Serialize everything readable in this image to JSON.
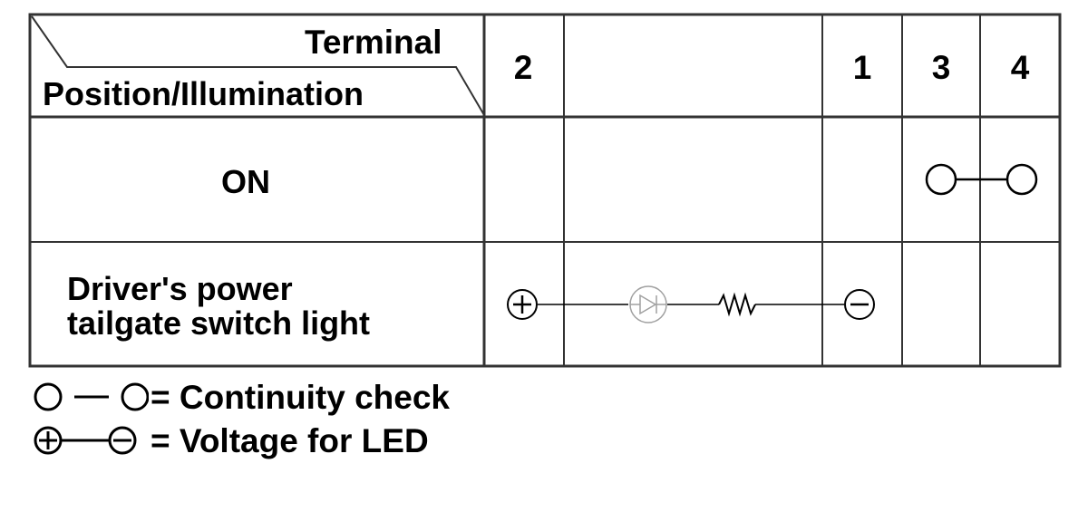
{
  "header": {
    "terminal_label": "Terminal",
    "position_label": "Position/Illumination",
    "terminals": [
      "2",
      "1",
      "3",
      "4"
    ]
  },
  "rows": [
    {
      "label": "ON",
      "connection": "continuity",
      "from_terminal": "3",
      "to_terminal": "4"
    },
    {
      "label_line1": "Driver's power",
      "label_line2": "tailgate switch light",
      "connection": "voltage",
      "from_terminal": "2",
      "to_terminal": "1"
    }
  ],
  "legend": {
    "continuity": "= Continuity check",
    "voltage": "= Voltage for LED"
  },
  "icons": {
    "continuity_symbol": "circle-line-circle",
    "voltage_symbol": "plus-line-minus",
    "led_symbol": "led-diode",
    "resistor_symbol": "resistor-zigzag"
  },
  "colors": {
    "line": "#000000",
    "grid": "#333333",
    "led": "#a0a0a0",
    "text": "#000000",
    "background": "#ffffff"
  }
}
